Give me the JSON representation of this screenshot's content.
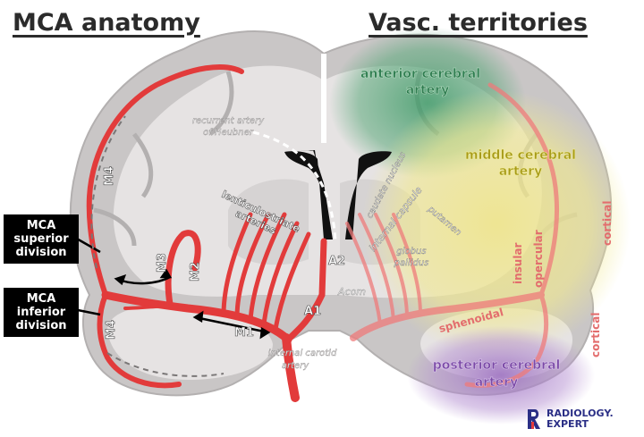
{
  "titles": {
    "left": "MCA anatomy",
    "right": "Vasc. territories"
  },
  "callouts": {
    "superior": "MCA superior division",
    "inferior": "MCA inferior division"
  },
  "vessels": {
    "recurrent": "recurrent artery of Heubner",
    "lenticulostriate": "lenticulostriate arteries",
    "m1": "M1",
    "m2": "M2",
    "m3": "M3",
    "m4_upper": "M4",
    "m4_lower": "M4",
    "a1": "A1",
    "a2": "A2",
    "acom": "Acom",
    "ica": "internal carotid artery"
  },
  "structures": {
    "caudate": "caudate nucleus",
    "internal_capsule": "internal capsule",
    "putamen": "putamen",
    "globus": "globus pallidus"
  },
  "territories": {
    "aca": "anterior cerebral artery",
    "mca": "middle cerebral artery",
    "pca": "posterior cerebral artery",
    "insular": "insular",
    "opercular": "opercular",
    "cortical_upper": "cortical",
    "cortical_lower": "cortical",
    "sphenoidal": "sphenoidal"
  },
  "logo": {
    "line1": "RADIOLOGY.",
    "line2": "EXPERT"
  },
  "colors": {
    "artery": "#e23b3b",
    "brain_outer": "#c9c6c6",
    "brain_inner": "#e6e3e3",
    "aca_territory": "#5aa87a",
    "mca_territory": "#e9e07a",
    "pca_territory": "#a77bc7",
    "ventricle": "#111111",
    "logo": "#2b2f86"
  }
}
